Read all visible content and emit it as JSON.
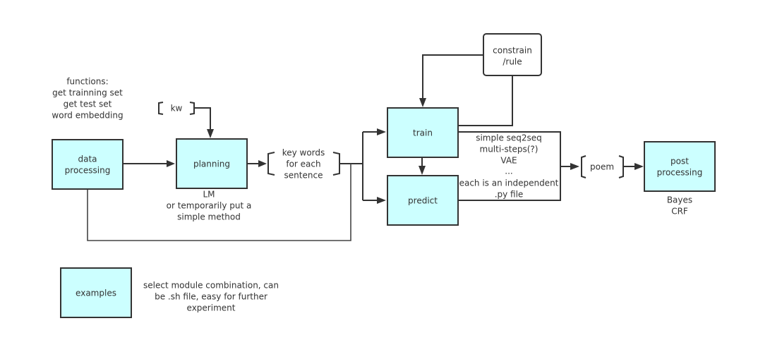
{
  "nodes": {
    "data_processing": [
      "data",
      "processing"
    ],
    "planning": [
      "planning"
    ],
    "train": [
      "train"
    ],
    "predict": [
      "predict"
    ],
    "constrain": [
      "constrain",
      "/rule"
    ],
    "post_processing": [
      "post",
      "processing"
    ],
    "examples": [
      "examples"
    ]
  },
  "braces": {
    "kw": [
      "kw"
    ],
    "key_words": [
      "key words",
      "for each",
      "sentence"
    ],
    "poem": [
      "poem"
    ]
  },
  "annotations": {
    "functions": [
      "functions:",
      "get trainning set",
      "get test set",
      "word embedding"
    ],
    "planning_note": [
      "LM",
      "or temporarily put a",
      "simple method"
    ],
    "models": [
      "simple seq2seq",
      "multi-steps(?)",
      "VAE",
      "...",
      "each is an independent",
      ".py file"
    ],
    "post_note": [
      "Bayes",
      "CRF"
    ],
    "examples_note": [
      "select module combination, can",
      "be .sh file, easy for further",
      "experiment"
    ]
  },
  "colors": {
    "node_fill": "#ccffff",
    "stroke": "#333333"
  }
}
